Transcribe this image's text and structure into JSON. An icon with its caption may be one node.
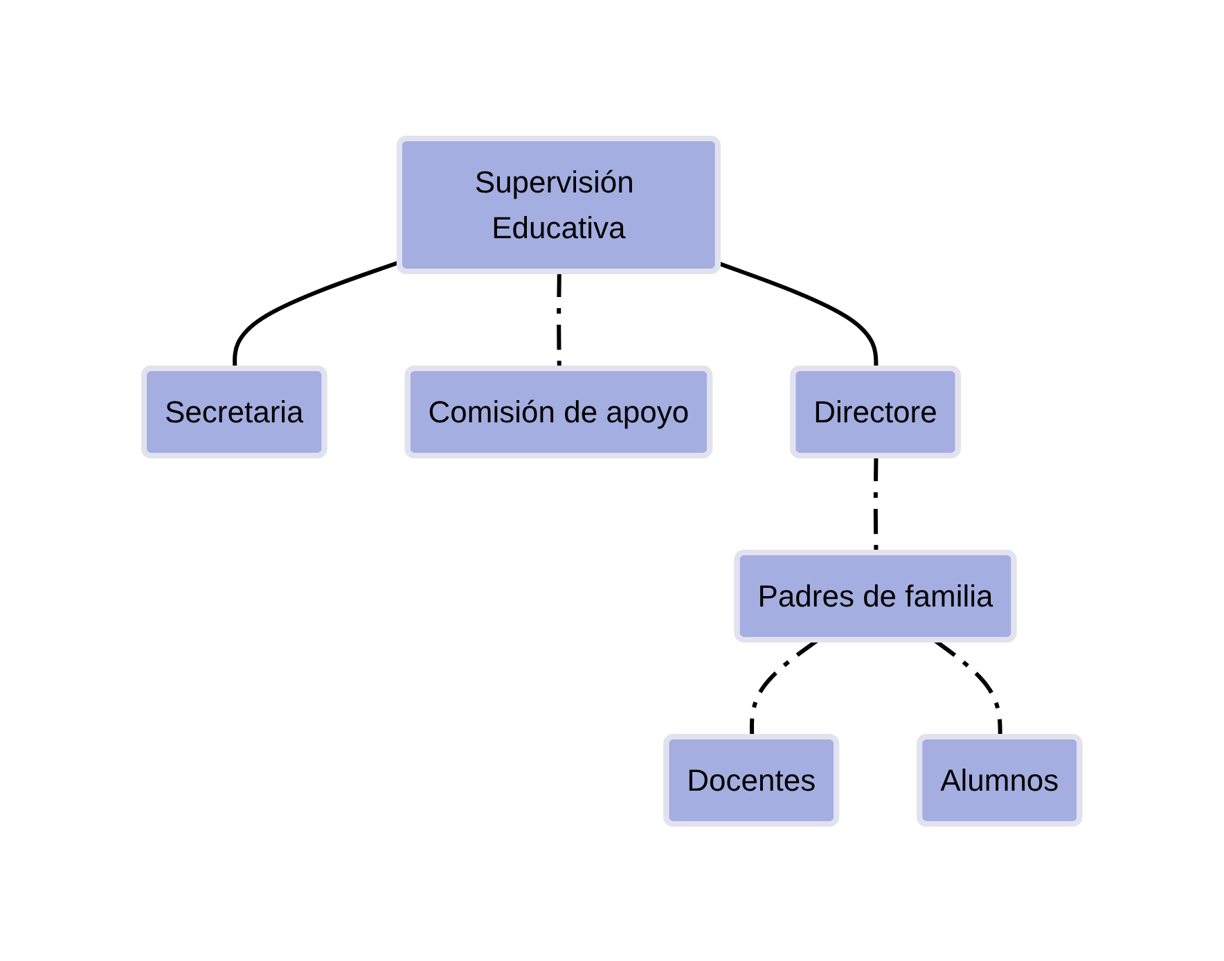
{
  "diagram": {
    "nodes": [
      {
        "text": [
          "Supervisión Educativa"
        ]
      },
      {
        "text": [
          "Secretaria"
        ]
      },
      {
        "text": [
          "Comisión de apoyo"
        ]
      },
      {
        "text": [
          "Directore"
        ]
      },
      {
        "text": [
          "Padres de familia"
        ]
      },
      {
        "text": [
          "Docentes"
        ]
      },
      {
        "text": [
          "Alumnos"
        ]
      }
    ],
    "edges": [
      {
        "from": 0,
        "to": 3,
        "arrow": "none"
      },
      {
        "from": 0,
        "to": 1,
        "arrow": "none"
      },
      {
        "from": 0,
        "to": 2,
        "arrow": "none",
        "style": "dashed"
      },
      {
        "from": 3,
        "to": 4,
        "arrow": "none",
        "style": "dashed"
      },
      {
        "from": 4,
        "to": 5,
        "arrow": "none",
        "style": "dashed"
      },
      {
        "from": 4,
        "to": 6,
        "arrow": "none",
        "style": "dashed"
      }
    ]
  }
}
